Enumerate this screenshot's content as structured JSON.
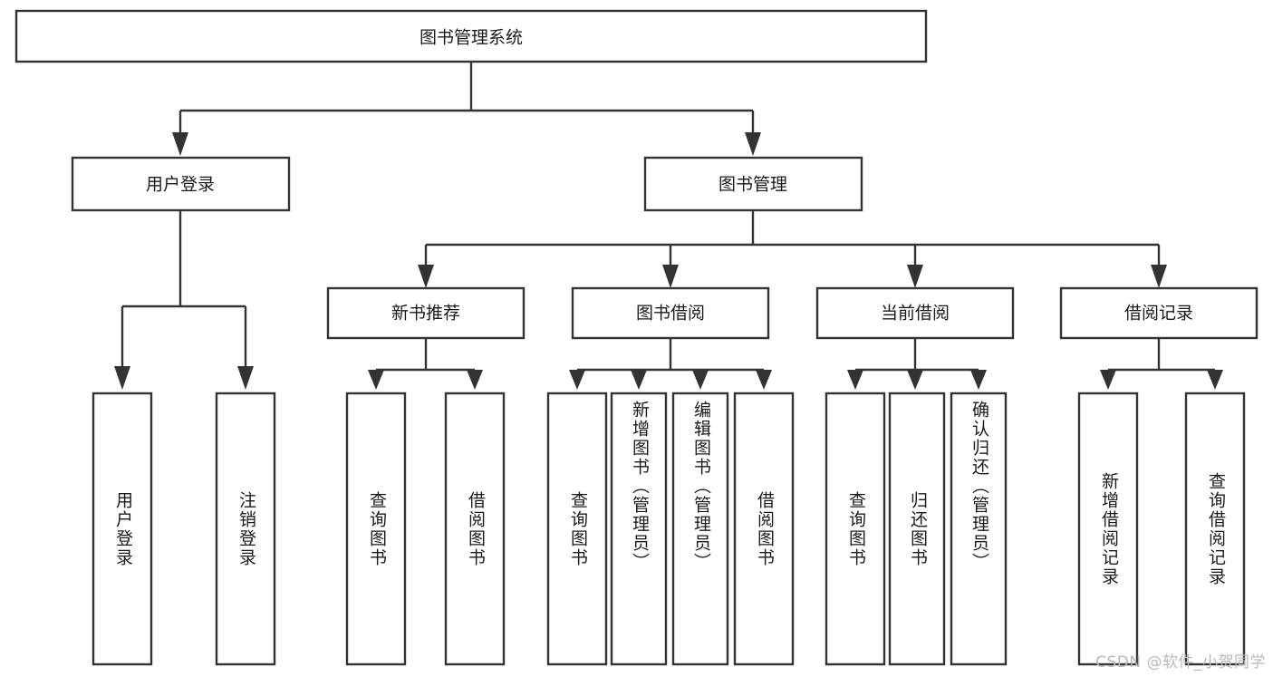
{
  "diagram": {
    "type": "hierarchy-tree",
    "title": "图书管理系统",
    "watermark": "CSDN @软件_小贺同学",
    "nodes": {
      "root": {
        "label": "图书管理系统",
        "level": 0
      },
      "l1_a": {
        "label": "用户登录",
        "level": 1
      },
      "l1_b": {
        "label": "图书管理",
        "level": 1
      },
      "l2_a": {
        "label": "新书推荐",
        "level": 2
      },
      "l2_b": {
        "label": "图书借阅",
        "level": 2
      },
      "l2_c": {
        "label": "当前借阅",
        "level": 2
      },
      "l2_d": {
        "label": "借阅记录",
        "level": 2
      },
      "leaf_1": {
        "label": "用户登录",
        "level": 3
      },
      "leaf_2": {
        "label": "注销登录",
        "level": 3
      },
      "leaf_3": {
        "label": "查询图书",
        "level": 3
      },
      "leaf_4": {
        "label": "借阅图书",
        "level": 3
      },
      "leaf_5": {
        "label": "查询图书",
        "level": 3
      },
      "leaf_6": {
        "label": "新增图书（管理员）",
        "level": 3
      },
      "leaf_7": {
        "label": "编辑图书（管理员）",
        "level": 3
      },
      "leaf_8": {
        "label": "借阅图书",
        "level": 3
      },
      "leaf_9": {
        "label": "查询图书",
        "level": 3
      },
      "leaf_10": {
        "label": "归还图书",
        "level": 3
      },
      "leaf_11": {
        "label": "确认归还（管理员）",
        "level": 3
      },
      "leaf_12": {
        "label": "新增借阅记录",
        "level": 3
      },
      "leaf_13": {
        "label": "查询借阅记录",
        "level": 3
      }
    },
    "edges": [
      {
        "from": "root",
        "to": "l1_a"
      },
      {
        "from": "root",
        "to": "l1_b"
      },
      {
        "from": "l1_a",
        "to": "leaf_1"
      },
      {
        "from": "l1_a",
        "to": "leaf_2"
      },
      {
        "from": "l1_b",
        "to": "l2_a"
      },
      {
        "from": "l1_b",
        "to": "l2_b"
      },
      {
        "from": "l1_b",
        "to": "l2_c"
      },
      {
        "from": "l1_b",
        "to": "l2_d"
      },
      {
        "from": "l2_a",
        "to": "leaf_3"
      },
      {
        "from": "l2_a",
        "to": "leaf_4"
      },
      {
        "from": "l2_b",
        "to": "leaf_5"
      },
      {
        "from": "l2_b",
        "to": "leaf_6"
      },
      {
        "from": "l2_b",
        "to": "leaf_7"
      },
      {
        "from": "l2_b",
        "to": "leaf_8"
      },
      {
        "from": "l2_c",
        "to": "leaf_9"
      },
      {
        "from": "l2_c",
        "to": "leaf_10"
      },
      {
        "from": "l2_c",
        "to": "leaf_11"
      },
      {
        "from": "l2_d",
        "to": "leaf_12"
      },
      {
        "from": "l2_d",
        "to": "leaf_13"
      }
    ],
    "colors": {
      "box_stroke": "#333333",
      "box_fill": "#ffffff",
      "text": "#1a1a1a",
      "watermark": "#b9b9b9",
      "background": "#ffffff"
    }
  }
}
